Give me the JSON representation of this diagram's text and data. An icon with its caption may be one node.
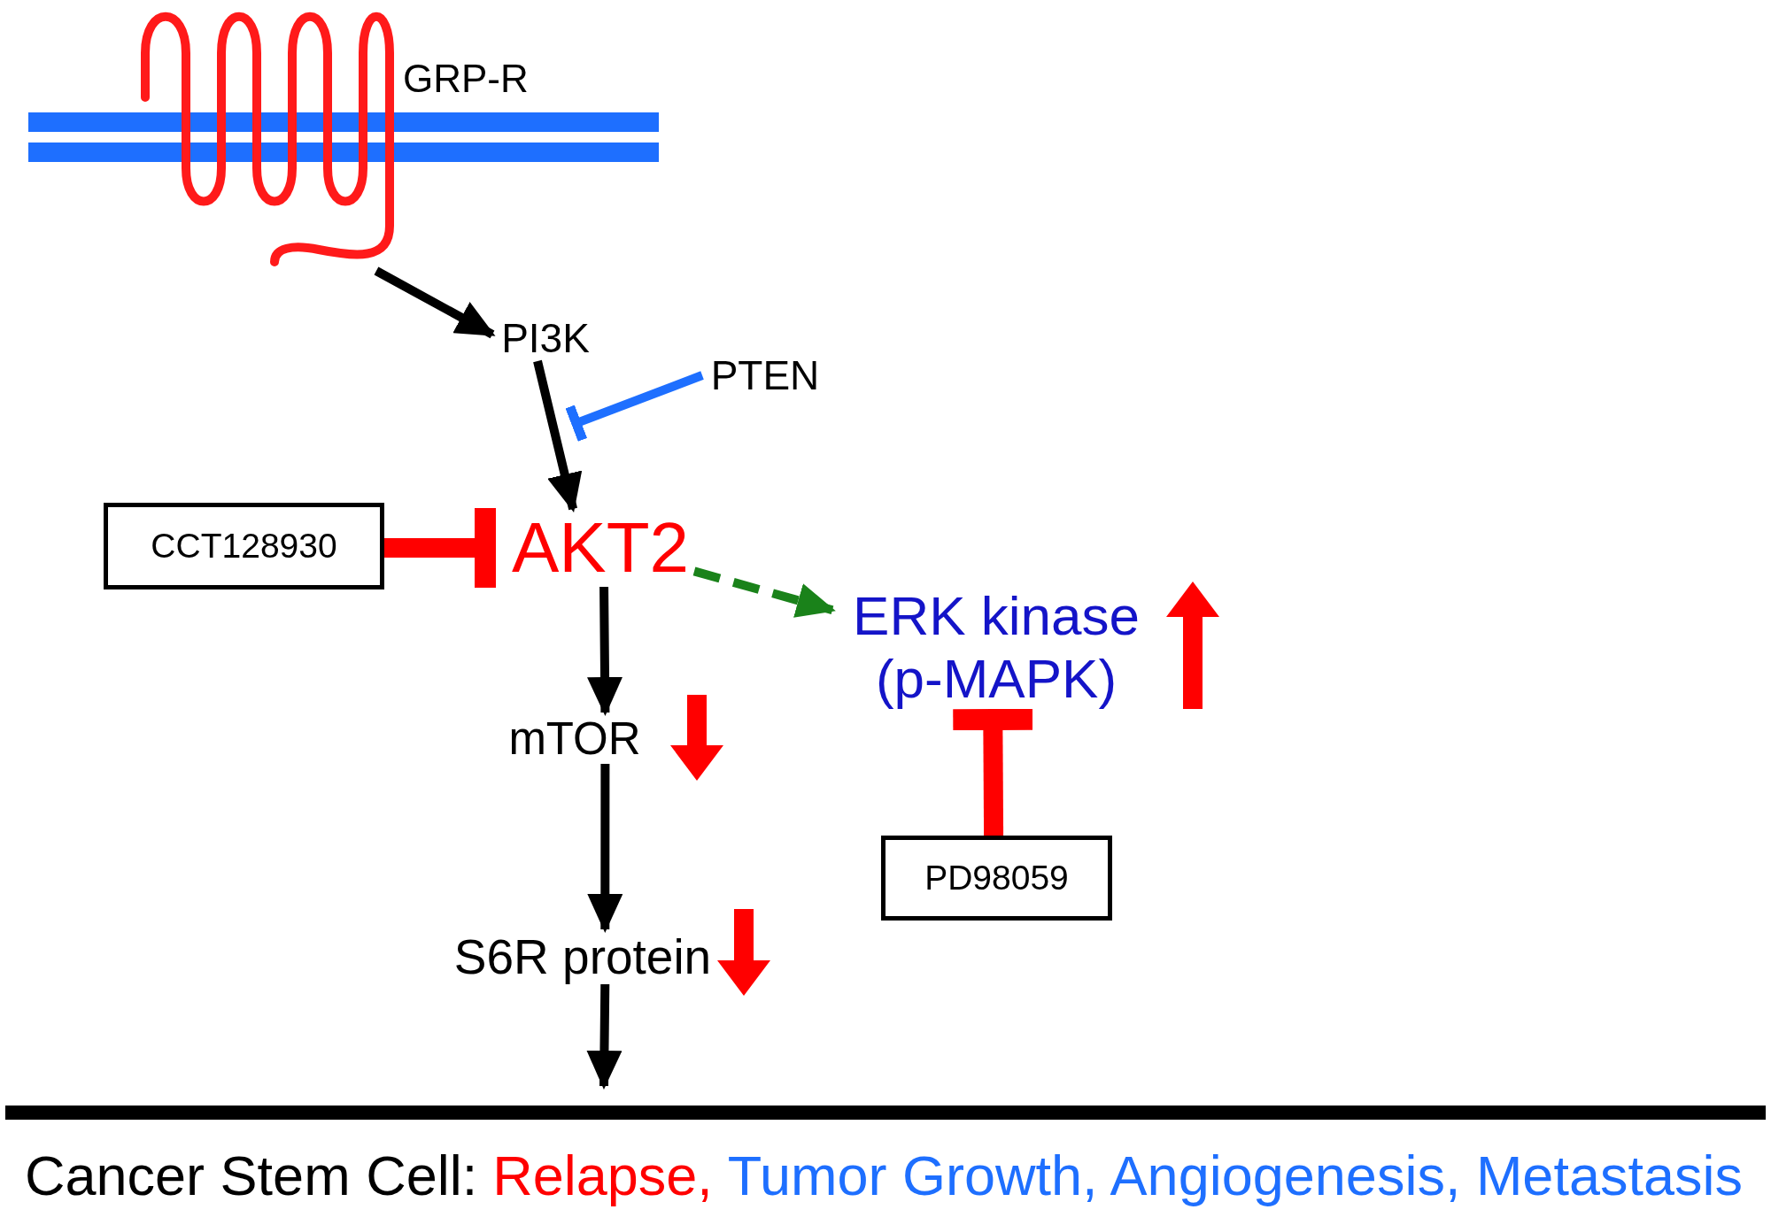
{
  "diagram": {
    "nodes": [
      {
        "text": [
          "GRP-R"
        ]
      },
      {
        "text": [
          "PI3K"
        ]
      },
      {
        "text": [
          "PTEN"
        ]
      },
      {
        "text": [
          "CCT128930"
        ]
      },
      {
        "text": [
          "AKT2"
        ]
      },
      {
        "text": [
          "ERK kinase (p-MAPK)"
        ]
      },
      {
        "text": [
          "mTOR"
        ]
      },
      {
        "text": [
          "S6R protein"
        ]
      },
      {
        "text": [
          "PD98059"
        ]
      }
    ],
    "edges": [
      {
        "from": 0,
        "to": 1,
        "arrow": "to"
      },
      {
        "from": 1,
        "to": 4,
        "arrow": "to"
      },
      {
        "from": 2,
        "to": 1,
        "arrow": "other",
        "color": "#1e6fff"
      },
      {
        "from": 3,
        "to": 4,
        "arrow": "other",
        "style": "thick",
        "color": "#ff0000"
      },
      {
        "from": 4,
        "to": 5,
        "arrow": "to",
        "style": "dashed",
        "color": "#1a821a"
      },
      {
        "from": 4,
        "to": 6,
        "arrow": "to"
      },
      {
        "from": 6,
        "to": 7,
        "arrow": "to"
      },
      {
        "from": 7,
        "to": null,
        "arrow": "to"
      },
      {
        "from": 8,
        "to": 5,
        "arrow": "other",
        "style": "thick",
        "color": "#ff0000"
      }
    ],
    "labels": [
      "Cancer Stem Cell:",
      "Relapse,",
      "Tumor Growth, Angiogenesis, Metastasis"
    ]
  }
}
